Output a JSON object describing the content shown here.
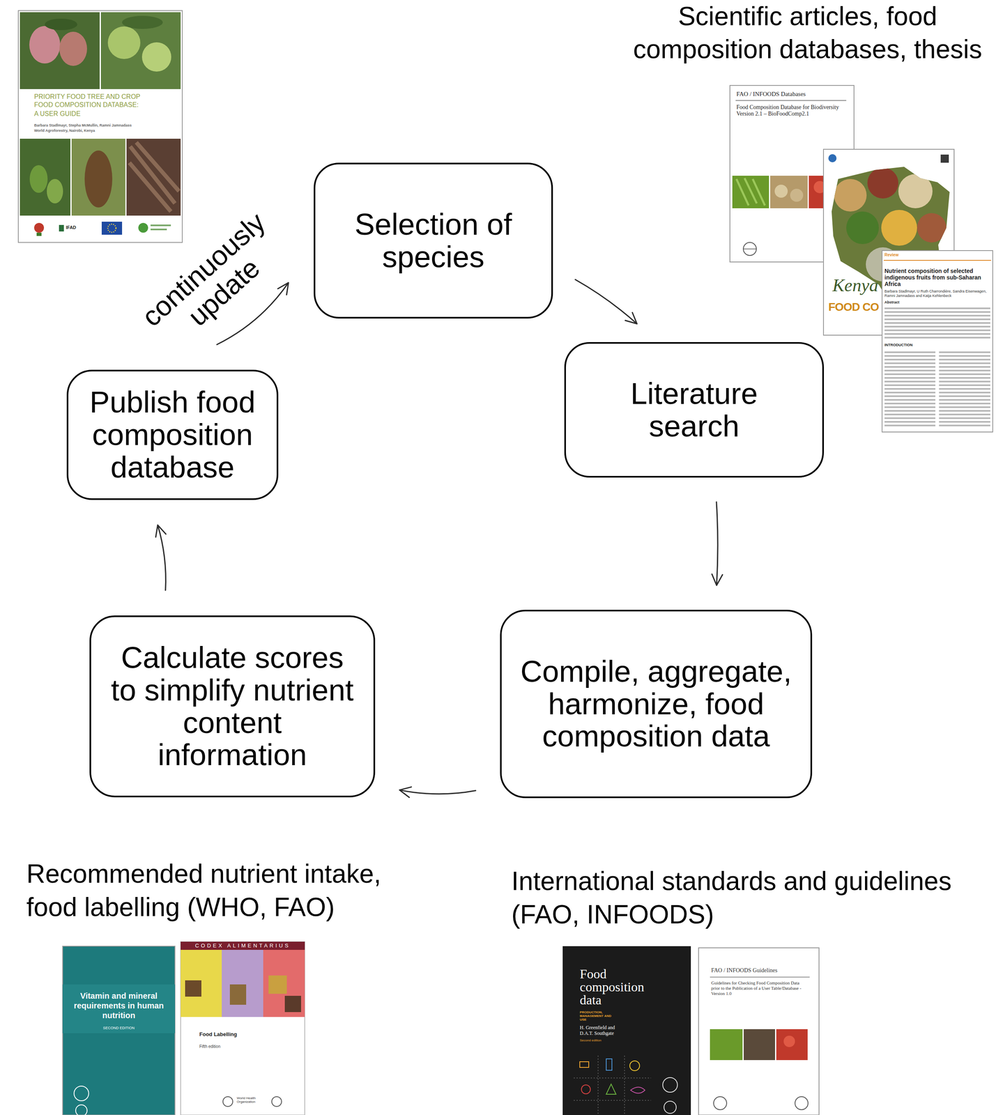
{
  "diagram": {
    "nodes": [
      {
        "text": [
          "Selection of species"
        ]
      },
      {
        "text": [
          "Literature search"
        ]
      },
      {
        "text": [
          "Compile, aggregate, harmonize, food composition data"
        ]
      },
      {
        "text": [
          "Calculate scores to simplify nutrient content information"
        ]
      },
      {
        "text": [
          "Publish food composition database"
        ]
      }
    ],
    "edges": [
      {
        "from": 0,
        "to": 1,
        "arrow": "to"
      },
      {
        "from": 1,
        "to": 2,
        "arrow": "to"
      },
      {
        "from": 2,
        "to": 3,
        "arrow": "to"
      },
      {
        "from": 3,
        "to": 4,
        "arrow": "to"
      },
      {
        "from": 4,
        "to": 0,
        "label": "continuously update",
        "arrow": "to"
      }
    ],
    "labels": [
      "Scientific articles, food composition databases, thesis",
      "Recommended nutrient intake, food labelling (WHO, FAO)",
      "International standards and guidelines (FAO, INFOODS)",
      "PRIORITY FOOD TREE AND CROP FOOD COMPOSITION DATABASE:",
      "A USER GUIDE",
      "Barbara Stadlmayr, Stepha McMullin, Ramni Jamnadass",
      "World Agroforestry, Nairobi, Kenya",
      "IFAD",
      "FAO / INFOODS Databases",
      "Food Composition Database for Biodiversity Version 2.1 – BioFoodComp2.1",
      "Kenya",
      "FOOD CO",
      "Review",
      "Nutrient composition of selected indigenous fruits from sub-Saharan Africa",
      "Barbara Stadlmayr, U Ruth Charrondière, Sandra Eisenwagen, Ramni Jamnadass and Katja Kehlenbeck",
      "Abstract",
      "INTRODUCTION",
      "Vitamin and mineral requirements in human nutrition",
      "SECOND EDITION",
      "CODEX ALIMENTARIUS",
      "Food Labelling",
      "Fifth edition",
      "World Health Organization",
      "Food composition data",
      "PRODUCTION, MANAGEMENT AND USE",
      "H. Greenfield and D.A.T. Southgate",
      "Second edition",
      "FAO / INFOODS Guidelines",
      "Guidelines for Checking Food Composition Data prior to the Publication of a User Table/Database - Version 1.0"
    ]
  }
}
